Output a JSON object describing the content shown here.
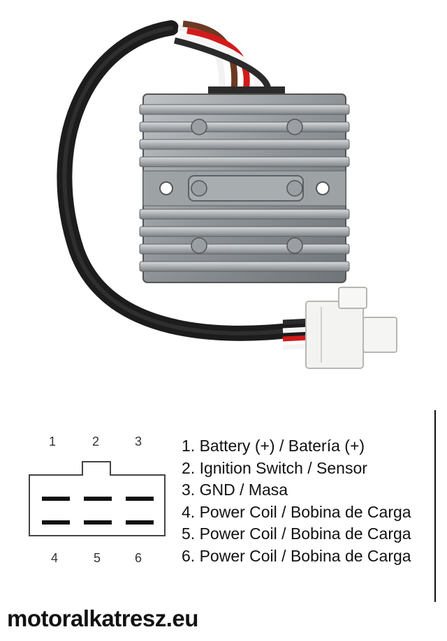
{
  "pin_numbers_top": [
    "1",
    "2",
    "3"
  ],
  "pin_numbers_bottom": [
    "4",
    "5",
    "6"
  ],
  "pin_descriptions": [
    "1. Battery (+) / Batería (+)",
    "2. Ignition Switch / Sensor",
    "3. GND / Masa",
    "4. Power Coil / Bobina de Carga",
    "5. Power Coil / Bobina de Carga",
    "6. Power Coil / Bobina de Carga"
  ],
  "watermark": "motoralkatresz.eu"
}
